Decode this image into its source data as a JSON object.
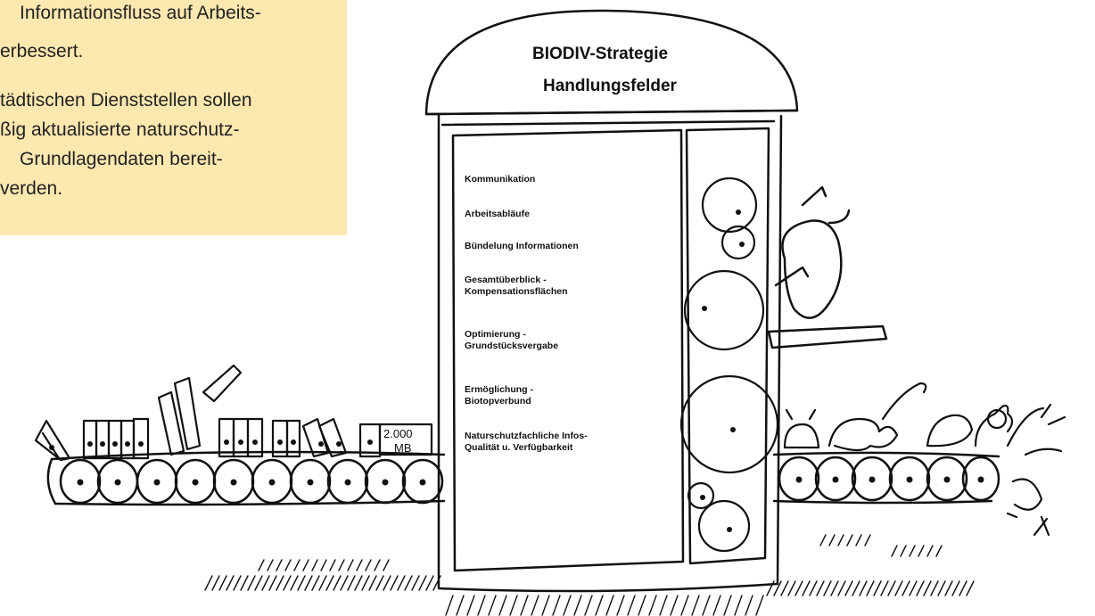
{
  "note": {
    "lines": [
      "Informationsfluss auf Arbeits-",
      "erbessert.",
      "tädtischen Dienststellen sollen",
      "ßig aktualisierte naturschutz-",
      "Grundlagendaten bereit-",
      "verden."
    ]
  },
  "sign": {
    "title_line1": "BIODIV-Strategie",
    "title_line2": "Handlungsfelder",
    "items": [
      "Kommunikation",
      "Arbeitsabläufe",
      "Bündelung Informationen",
      "Gesamtüberblick -",
      "Kompensationsflächen",
      "Optimierung -",
      "Grundstücksvergabe",
      "Ermöglichung -",
      "Biotopverbund",
      "Naturschutzfachliche Infos-",
      "Qualität u. Verfügbarkeit"
    ]
  },
  "drawing": {
    "disk_label_1": "2.000",
    "disk_label_2": "MB"
  },
  "colors": {
    "note_background": "#fde8b0",
    "ink": "#111111"
  }
}
